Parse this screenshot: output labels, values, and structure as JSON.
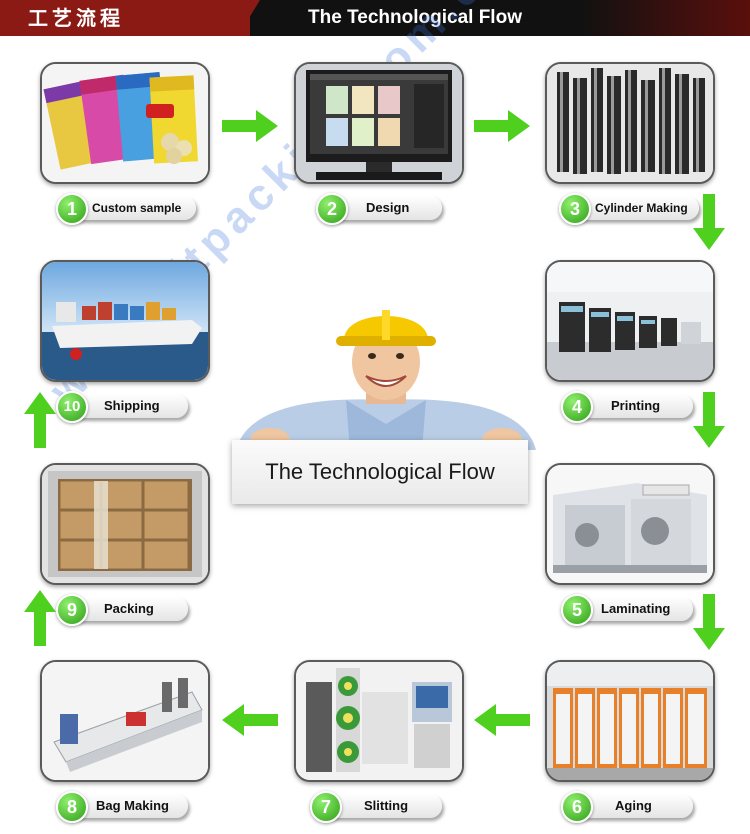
{
  "header": {
    "title_cn": "工艺流程",
    "title_en": "The Technological Flow"
  },
  "center": {
    "board_title": "The Technological Flow"
  },
  "watermark": "www.hltpacking.com.cn",
  "colors": {
    "header_red": "#8b1a14",
    "header_black": "#111111",
    "arrow_green": "#4fcf1e",
    "badge_green": "#3aaa1c"
  },
  "steps": [
    {
      "number": "1",
      "label": "Custom sample"
    },
    {
      "number": "2",
      "label": "Design"
    },
    {
      "number": "3",
      "label": "Cylinder Making"
    },
    {
      "number": "4",
      "label": "Printing"
    },
    {
      "number": "5",
      "label": "Laminating"
    },
    {
      "number": "6",
      "label": "Aging"
    },
    {
      "number": "7",
      "label": "Slitting"
    },
    {
      "number": "8",
      "label": "Bag Making"
    },
    {
      "number": "9",
      "label": "Packing"
    },
    {
      "number": "10",
      "label": "Shipping"
    }
  ]
}
